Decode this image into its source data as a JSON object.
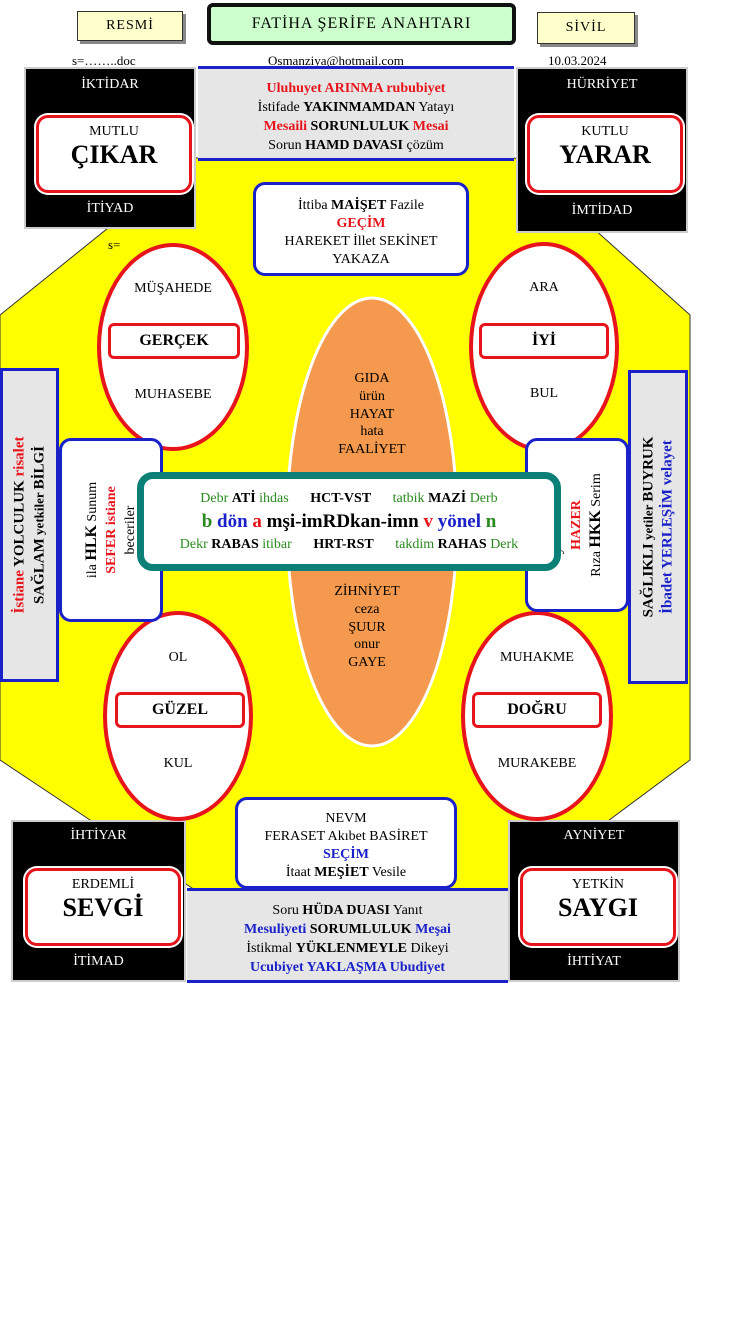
{
  "header": {
    "resmi": "RESMİ",
    "title": "FATİHA ŞERİFE ANAHTARI",
    "sivil": "SİVİL",
    "doc_ref": "s=……..doc",
    "email": "Osmanziya@hotmail.com",
    "date": "10.03.2024"
  },
  "s_label": "s=",
  "corners": {
    "top_left": {
      "top": "İKTİDAR",
      "small": "MUTLU",
      "big": "ÇIKAR",
      "bottom": "İTİYAD"
    },
    "top_right": {
      "top": "HÜRRİYET",
      "small": "KUTLU",
      "big": "YARAR",
      "bottom": "İMTİDAD"
    },
    "bottom_left": {
      "top": "İHTİYAR",
      "small": "ERDEMLİ",
      "big": "SEVGİ",
      "bottom": "İTİMAD"
    },
    "bottom_right": {
      "top": "AYNİYET",
      "small": "YETKİN",
      "big": "SAYGI",
      "bottom": "İHTİYAT"
    }
  },
  "top_grey": {
    "l1": [
      "Uluhuyet ",
      "ARINMA",
      " rububiyet"
    ],
    "l2": [
      "İstifade ",
      "YAKINMAMDAN",
      " Yatayı"
    ],
    "l3": [
      "Mesaili ",
      "SORUNLULUK",
      " Mesai"
    ],
    "l4": [
      "Sorun ",
      "HAMD DAVASI",
      " çözüm"
    ]
  },
  "bottom_grey": {
    "l1": [
      "Soru ",
      "HÜDA DUASI",
      " Yanıt"
    ],
    "l2": [
      "Mesuliyeti ",
      "SORUMLULUK",
      " Meşai"
    ],
    "l3": [
      "İstikmal ",
      "YÜKLENMEYLE",
      " Dikeyi"
    ],
    "l4": [
      "Ucubiyet ",
      "YAKLAŞMA",
      " Ubudiyet"
    ]
  },
  "top_blue": {
    "l1": [
      "İttiba ",
      "MAİŞET",
      " Fazile"
    ],
    "l2": "GEÇİM",
    "l3": "HAREKET İllet SEKİNET",
    "l4": "YAKAZA"
  },
  "bottom_blue": {
    "l1": "NEVM",
    "l2": "FERASET Akıbet BASİRET",
    "l3": "SEÇİM",
    "l4": [
      "İtaat ",
      "MEŞİET",
      " Vesile"
    ]
  },
  "ellipses": {
    "top_left": {
      "top": "MÜŞAHEDE",
      "label": "GERÇEK",
      "bottom": "MUHASEBE"
    },
    "top_right": {
      "top": "ARA",
      "label": "İYİ",
      "bottom": "BUL"
    },
    "bottom_left": {
      "top": "OL",
      "label": "GÜZEL",
      "bottom": "KUL"
    },
    "bottom_right": {
      "top": "MUHAKME",
      "label": "DOĞRU",
      "bottom": "MURAKEBE"
    }
  },
  "center_oval": {
    "top": [
      "GIDA",
      "ürün",
      "HAYAT",
      "hata",
      "FAALİYET"
    ],
    "bottom": [
      "ZİHNİYET",
      "ceza",
      "ŞUUR",
      "onur",
      "GAYE"
    ]
  },
  "center_box": {
    "r1": [
      "Debr ",
      "ATİ",
      " ihdas",
      "HCT-VST",
      "tatbik ",
      "MAZİ",
      " Derb"
    ],
    "r2": [
      "b",
      "dön",
      "a",
      "mşi-imRDkan-imn",
      "v",
      "yönel",
      "n"
    ],
    "r3": [
      "Dekr ",
      "RABAS",
      " itibar",
      "HRT-RST",
      "takdim ",
      "RAHAS",
      " Derk"
    ]
  },
  "left_blue": {
    "l1": [
      "ila ",
      "HLK",
      " Sunum"
    ],
    "l2": "SEFER istiane",
    "l3": "beceriler"
  },
  "right_blue": {
    "l1": "yetenekler",
    "l2": "HAZER",
    "l3": [
      "Rıza ",
      "HKK",
      " Serim"
    ]
  },
  "left_bar": {
    "l1": [
      "İstiane ",
      "YOLCULUK",
      " risalet"
    ],
    "l2": [
      "SAĞLAM",
      " yetkiler ",
      "BİLGİ"
    ]
  },
  "right_bar": {
    "l1": [
      "SAĞLIKLI",
      " yetiler ",
      "BUYRUK"
    ],
    "l2": [
      "İbadet ",
      "YERLEŞİM",
      " velayet"
    ]
  },
  "colors": {
    "yellow": "#ffff00",
    "red": "#e8141b",
    "blue": "#1a21c8",
    "teal": "#0c8076",
    "orange": "#f4994d",
    "green": "#2a8a1f"
  }
}
